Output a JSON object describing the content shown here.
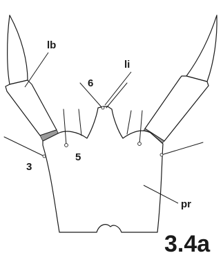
{
  "labels": {
    "lb": "lb",
    "li": "li",
    "seta_6": "6",
    "seta_5": "5",
    "seta_3": "3",
    "pr": "pr"
  },
  "figure_number": "3.4a",
  "colors": {
    "line": "#1a1a1a",
    "shade": "#9a9a9a",
    "background": "#ffffff"
  }
}
